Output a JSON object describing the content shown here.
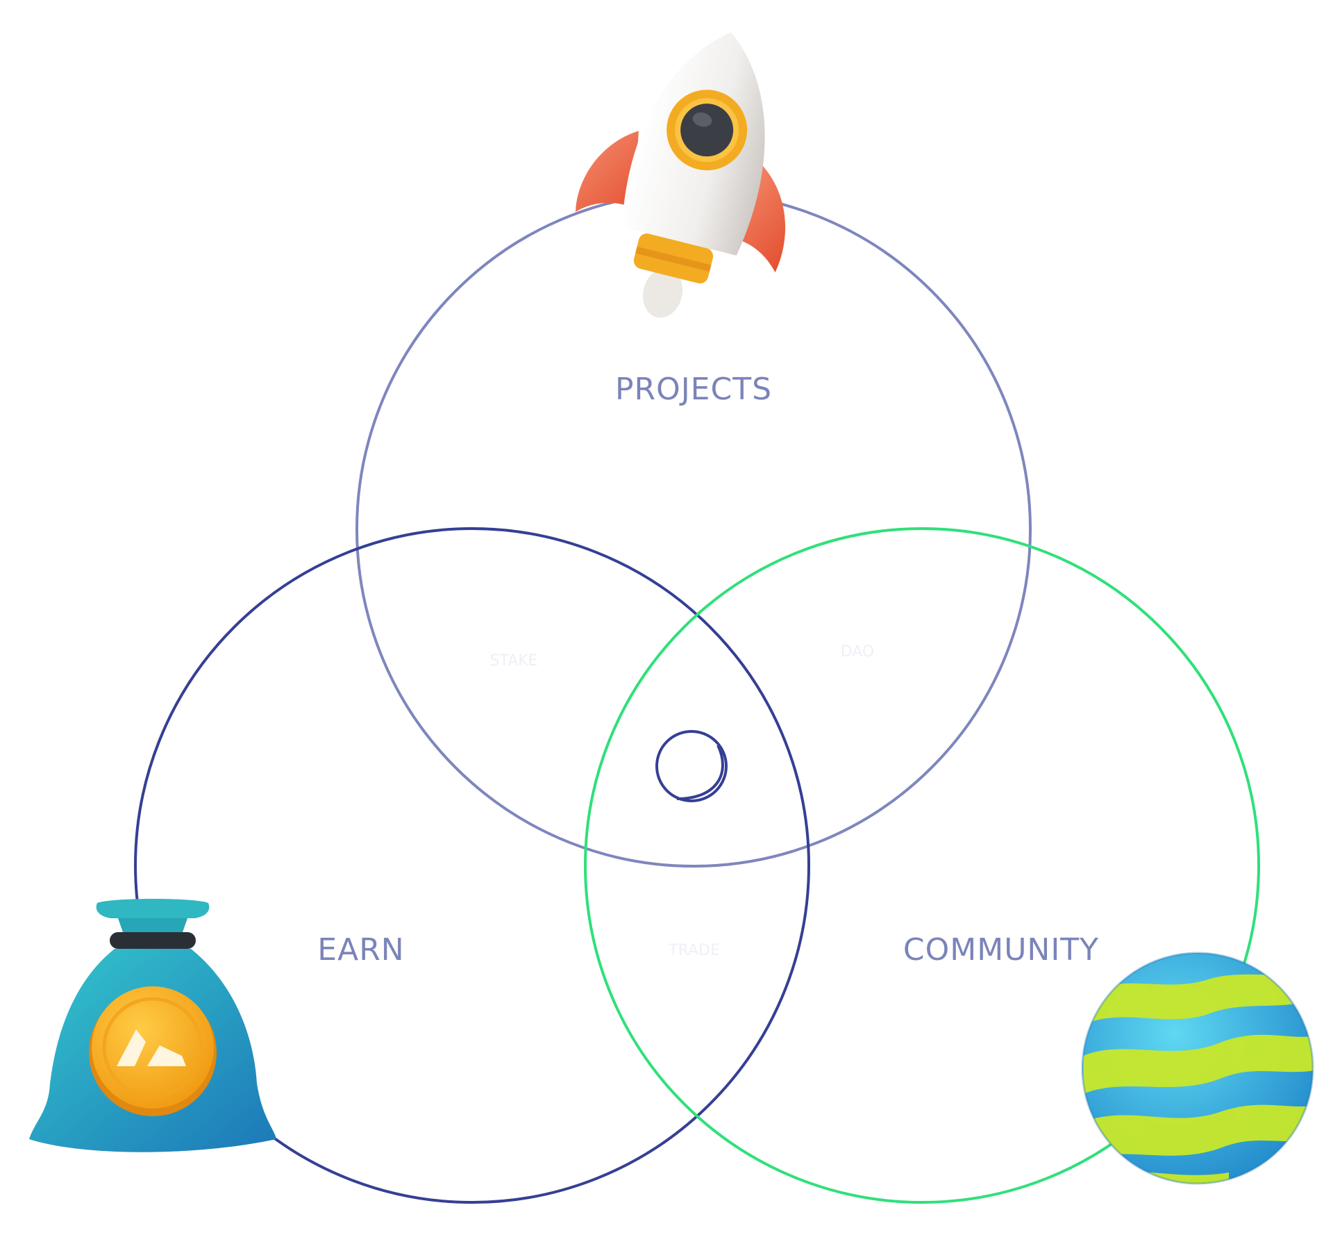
{
  "diagram": {
    "labels": {
      "projects": "PROJECTS",
      "earn": "EARN",
      "community": "COMMUNITY"
    },
    "faint_labels": {
      "projects_earn": "STAKE",
      "projects_community": "DAO",
      "earn_community": "TRADE"
    },
    "colors": {
      "projects_circle": "#7e86bd",
      "earn_circle": "#353f94",
      "community_circle": "#2fe07a",
      "label_text": "#7b84b8",
      "center_logo": "#353f94"
    },
    "icons": {
      "projects": "rocket-icon",
      "earn": "money-bag-icon",
      "community": "planet-icon",
      "center": "moon-logo-icon"
    }
  }
}
